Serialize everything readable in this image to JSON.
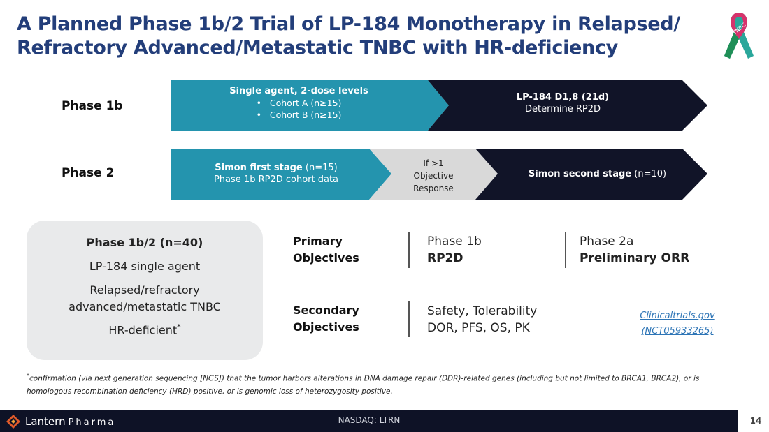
{
  "title": {
    "line1": "A Planned Phase 1b/2 Trial of LP-184 Monotherapy in Relapsed/",
    "line2": "Refractory Advanced/Metastatic TNBC with HR-deficiency"
  },
  "ribbon": {
    "label": "TNBC",
    "icon": "tnbc-awareness-ribbon-icon"
  },
  "phase1b": {
    "label": "Phase 1b",
    "box1": {
      "heading": "Single agent, 2-dose levels",
      "bullets": [
        "Cohort A (n≥15)",
        "Cohort B (n≥15)"
      ]
    },
    "box2": {
      "heading": "LP-184 D1,8 (21d)",
      "sub": "Determine RP2D"
    }
  },
  "phase2": {
    "label": "Phase 2",
    "box1": {
      "heading": "Simon first stage",
      "heading_suffix": " (n=15)",
      "sub": "Phase 1b RP2D cohort data"
    },
    "box2": {
      "lines": [
        "If >1",
        "Objective",
        "Response"
      ]
    },
    "box3": {
      "heading": "Simon second stage",
      "heading_suffix": " (n=10)"
    }
  },
  "summary": {
    "heading": "Phase 1b/2 (n=40)",
    "line1": "LP-184 single agent",
    "line2": "Relapsed/refractory advanced/metastatic TNBC",
    "line3": "HR-deficient",
    "line3_mark": "*"
  },
  "objectives": {
    "primary_label_1": "Primary",
    "primary_label_2": "Objectives",
    "primary_a_1": "Phase 1b",
    "primary_a_2": "RP2D",
    "primary_b_1": "Phase 2a",
    "primary_b_2": "Preliminary ORR",
    "secondary_label_1": "Secondary",
    "secondary_label_2": "Objectives",
    "secondary_1": "Safety, Tolerability",
    "secondary_2": "DOR, PFS, OS, PK"
  },
  "link": {
    "line1": "Clinicaltrials.gov",
    "line2": "(NCT05933265)"
  },
  "footnote": {
    "mark": "*",
    "text": "confirmation (via next generation sequencing [NGS]) that the tumor harbors alterations in DNA damage repair (DDR)-related genes (including but not limited to BRCA1, BRCA2), or is homologous recombination deficiency (HRD) positive, or is genomic loss of heterozygosity positive."
  },
  "footer": {
    "brand": "Lantern",
    "brand_suffix": "Pharma",
    "ticker": "NASDAQ: LTRN",
    "page": "14"
  },
  "colors": {
    "teal": "#2494ae",
    "navy": "#111428",
    "grey_chevron": "#d9d9d9",
    "title_blue": "#233e7a",
    "summary_bg": "#e9eaeb",
    "link": "#2e75b6"
  }
}
